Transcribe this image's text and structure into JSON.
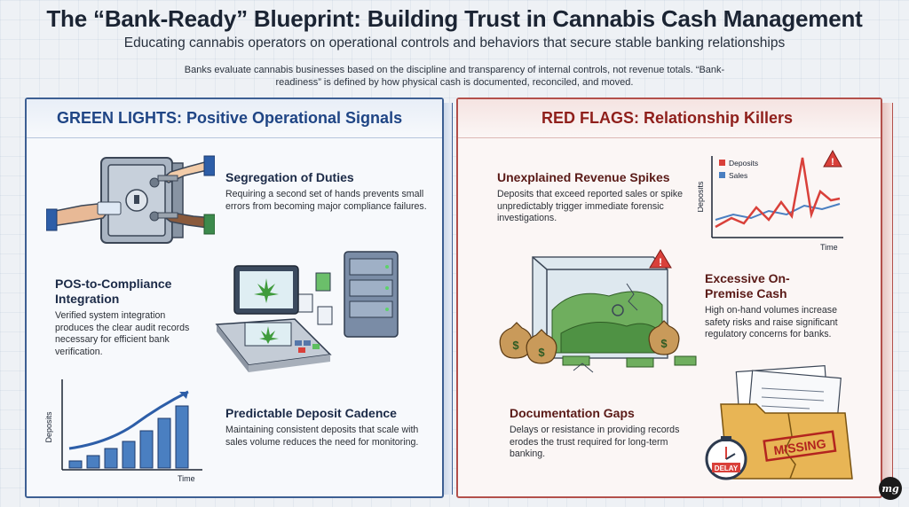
{
  "title": "The “Bank-Ready” Blueprint: Building Trust in Cannabis Cash Management",
  "subtitle": "Educating cannabis operators on operational controls and behaviors that secure stable banking relationships",
  "intro": "Banks evaluate cannabis businesses based on the discipline and transparency of internal controls, not revenue totals. “Bank-readiness” is defined by how physical cash is documented, reconciled, and moved.",
  "green": {
    "header": "GREEN LIGHTS: Positive Operational Signals",
    "items": [
      {
        "title": "Segregation of Duties",
        "body": "Requiring a second set of hands prevents small errors from becoming major compliance failures."
      },
      {
        "title": "POS-to-Compliance Integration",
        "body": "Verified system integration produces the clear audit records necessary for efficient bank verification."
      },
      {
        "title": "Predictable Deposit Cadence",
        "body": "Maintaining consistent deposits that scale with sales volume reduces the need for monitoring."
      }
    ],
    "chart": {
      "ylabel": "Deposits",
      "xlabel": "Time"
    }
  },
  "red": {
    "header": "RED FLAGS: Relationship Killers",
    "items": [
      {
        "title": "Unexplained Revenue Spikes",
        "body": "Deposits that exceed reported sales or spike unpredictably trigger immediate forensic investigations."
      },
      {
        "title": "Excessive On-Premise Cash",
        "body": "High on-hand volumes increase safety risks and raise significant regulatory concerns for banks."
      },
      {
        "title": "Documentation Gaps",
        "body": "Delays or resistance in providing records erodes the trust required for long-term banking."
      }
    ],
    "chart": {
      "ylabel": "Deposits",
      "xlabel": "Time",
      "legend": [
        "Deposits",
        "Sales"
      ]
    },
    "missing_label": "MISSING",
    "delay_label": "DELAY"
  },
  "watermark": "mg",
  "colors": {
    "green_accent": "#1f4585",
    "red_accent": "#8f1f1b",
    "deposits_line": "#d9403a",
    "sales_line": "#4a7fc1"
  }
}
